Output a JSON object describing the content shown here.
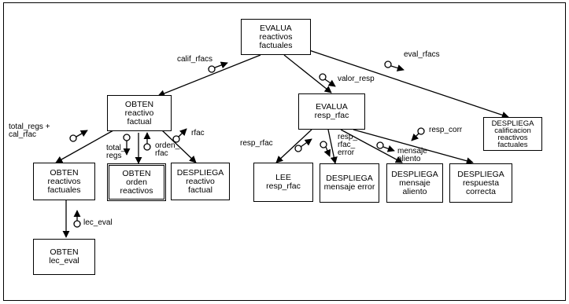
{
  "modules": {
    "evalua_reactivos": [
      "EVALUA",
      "reactivos",
      "factuales"
    ],
    "obten_reactivo": [
      "OBTEN",
      "reactivo",
      "factual"
    ],
    "evalua_resp": [
      "EVALUA",
      "resp_rfac"
    ],
    "despliega_calificacion": [
      "DESPLIEGA",
      "calificacion",
      "reactivos",
      "factuales"
    ],
    "obten_reactivos_factuales": [
      "OBTEN",
      "reactivos",
      "factuales"
    ],
    "obten_orden": [
      "OBTEN",
      "orden",
      "reactivos"
    ],
    "despliega_reactivo": [
      "DESPLIEGA",
      "reactivo",
      "factual"
    ],
    "lee_resp": [
      "LEE",
      "resp_rfac"
    ],
    "despliega_error": [
      "DESPLIEGA",
      "mensaje error"
    ],
    "despliega_aliento": [
      "DESPLIEGA",
      "mensaje",
      "aliento"
    ],
    "despliega_correcta": [
      "DESPLIEGA",
      "respuesta",
      "correcta"
    ],
    "obten_lec": [
      "OBTEN",
      "lec_eval"
    ]
  },
  "couples": {
    "calif_rfacs": "calif_rfacs",
    "eval_rfacs": "eval_rfacs",
    "valor_resp": "valor_resp",
    "total_regs_cal": [
      "total_regs +",
      "cal_rfac"
    ],
    "total_regs": [
      "total_",
      "regs"
    ],
    "orden_rfac": [
      "orden_",
      "rfac"
    ],
    "rfac": "rfac",
    "resp_rfac": "resp_rfac",
    "resp_rfac_error": [
      "resp_",
      "rfac_",
      "error"
    ],
    "mensaje_aliento": [
      "mensaje",
      "aliento"
    ],
    "resp_corr": "resp_corr",
    "lec_eval": "lec_eval"
  }
}
